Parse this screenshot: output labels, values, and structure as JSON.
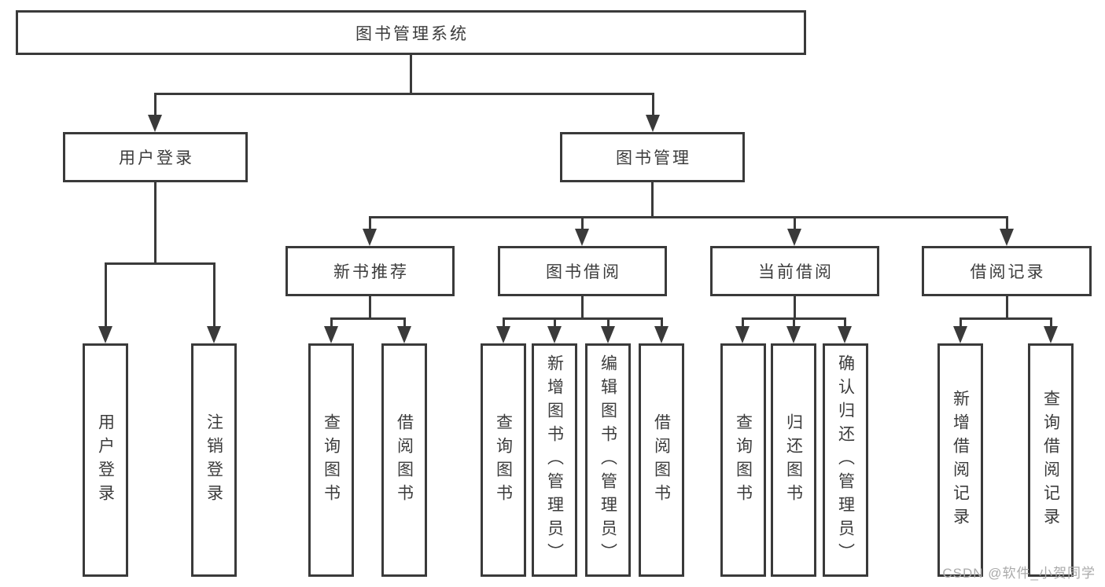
{
  "diagram": {
    "title": "图书管理系统",
    "level2": [
      {
        "label": "用户登录"
      },
      {
        "label": "图书管理"
      }
    ],
    "level3": [
      {
        "label": "新书推荐"
      },
      {
        "label": "图书借阅"
      },
      {
        "label": "当前借阅"
      },
      {
        "label": "借阅记录"
      }
    ],
    "leaves": [
      {
        "label": "用户登录"
      },
      {
        "label": "注销登录"
      },
      {
        "label": "查询图书"
      },
      {
        "label": "借阅图书"
      },
      {
        "label": "查询图书"
      },
      {
        "label": "新增图书（管理员）"
      },
      {
        "label": "编辑图书（管理员）"
      },
      {
        "label": "借阅图书"
      },
      {
        "label": "查询图书"
      },
      {
        "label": "归还图书"
      },
      {
        "label": "确认归还（管理员）"
      },
      {
        "label": "新增借阅记录"
      },
      {
        "label": "查询借阅记录"
      }
    ]
  },
  "watermark": "CSDN @软件_小贺同学",
  "colors": {
    "line": "#3a3a3a",
    "text": "#3c3c3c",
    "background": "#ffffff",
    "watermark": "#aaaaaa"
  }
}
